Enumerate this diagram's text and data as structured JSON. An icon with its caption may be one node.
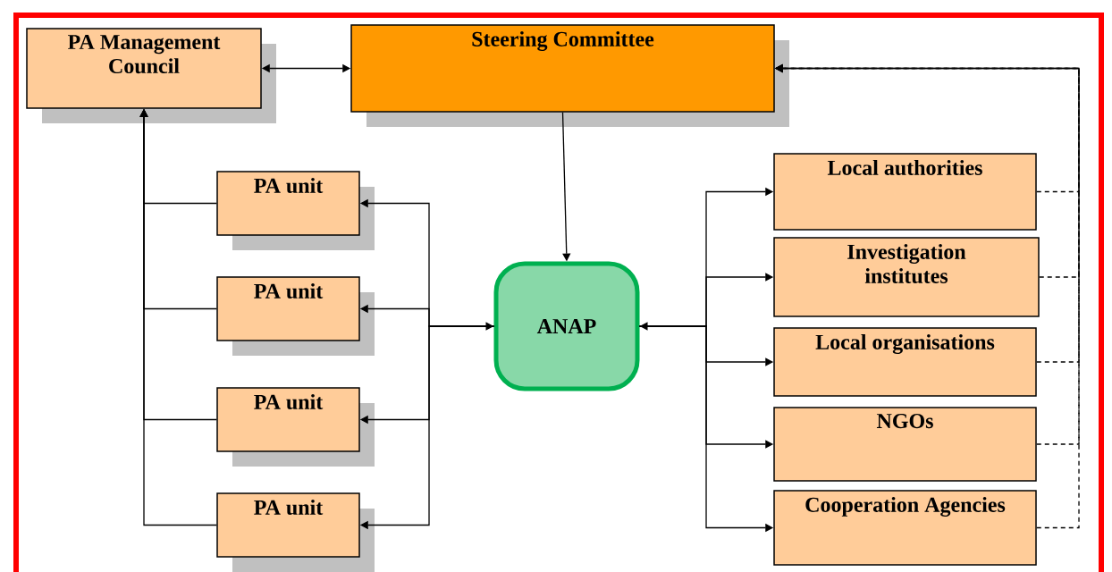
{
  "diagram": {
    "nodes": [
      {
        "text": [
          "PA Management Council"
        ]
      },
      {
        "text": [
          "Steering Committee"
        ]
      },
      {
        "text": [
          "PA unit"
        ]
      },
      {
        "text": [
          "PA unit"
        ]
      },
      {
        "text": [
          "PA unit"
        ]
      },
      {
        "text": [
          "PA unit"
        ]
      },
      {
        "text": [
          "ANAP"
        ]
      },
      {
        "text": [
          "Local authorities"
        ]
      },
      {
        "text": [
          "Investigation institutes"
        ]
      },
      {
        "text": [
          "Local organisations"
        ]
      },
      {
        "text": [
          "NGOs"
        ]
      },
      {
        "text": [
          "Cooperation Agencies"
        ]
      }
    ],
    "edges": [
      {
        "from": 0,
        "to": 1,
        "arrow": "both"
      },
      {
        "from": 1,
        "to": 6,
        "arrow": "to"
      },
      {
        "from": 2,
        "to": 0,
        "arrow": "to"
      },
      {
        "from": 3,
        "to": 0,
        "arrow": "to"
      },
      {
        "from": 4,
        "to": 0,
        "arrow": "to"
      },
      {
        "from": 5,
        "to": 0,
        "arrow": "to"
      },
      {
        "from": 6,
        "to": 2,
        "arrow": "to"
      },
      {
        "from": 6,
        "to": 3,
        "arrow": "to"
      },
      {
        "from": 6,
        "to": 4,
        "arrow": "to"
      },
      {
        "from": 6,
        "to": 5,
        "arrow": "to"
      },
      {
        "from": 6,
        "to": 7,
        "arrow": "to"
      },
      {
        "from": 6,
        "to": 8,
        "arrow": "to"
      },
      {
        "from": 6,
        "to": 9,
        "arrow": "to"
      },
      {
        "from": 6,
        "to": 10,
        "arrow": "to"
      },
      {
        "from": 6,
        "to": 11,
        "arrow": "to"
      },
      {
        "from": 7,
        "to": 1,
        "arrow": "to",
        "style": "dashed"
      },
      {
        "from": 8,
        "to": 1,
        "arrow": "to",
        "style": "dashed"
      },
      {
        "from": 9,
        "to": 1,
        "arrow": "to",
        "style": "dashed"
      },
      {
        "from": 10,
        "to": 1,
        "arrow": "to",
        "style": "dashed"
      },
      {
        "from": 11,
        "to": 1,
        "arrow": "to",
        "style": "dashed"
      },
      {
        "from": null,
        "to": 6,
        "arrow": "to"
      },
      {
        "from": null,
        "to": 6,
        "arrow": "to"
      }
    ]
  }
}
